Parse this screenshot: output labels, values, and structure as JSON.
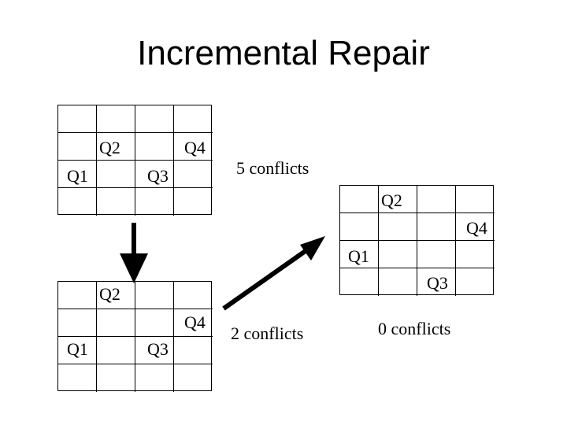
{
  "title": "Incremental Repair",
  "boards": [
    {
      "queens": [
        "Q2",
        "Q4",
        "Q1",
        "Q3"
      ],
      "conflicts": "5 conflicts"
    },
    {
      "queens": [
        "Q2",
        "Q4",
        "Q1",
        "Q3"
      ],
      "conflicts": "2 conflicts"
    },
    {
      "queens": [
        "Q2",
        "Q4",
        "Q1",
        "Q3"
      ],
      "conflicts": "0 conflicts"
    }
  ]
}
